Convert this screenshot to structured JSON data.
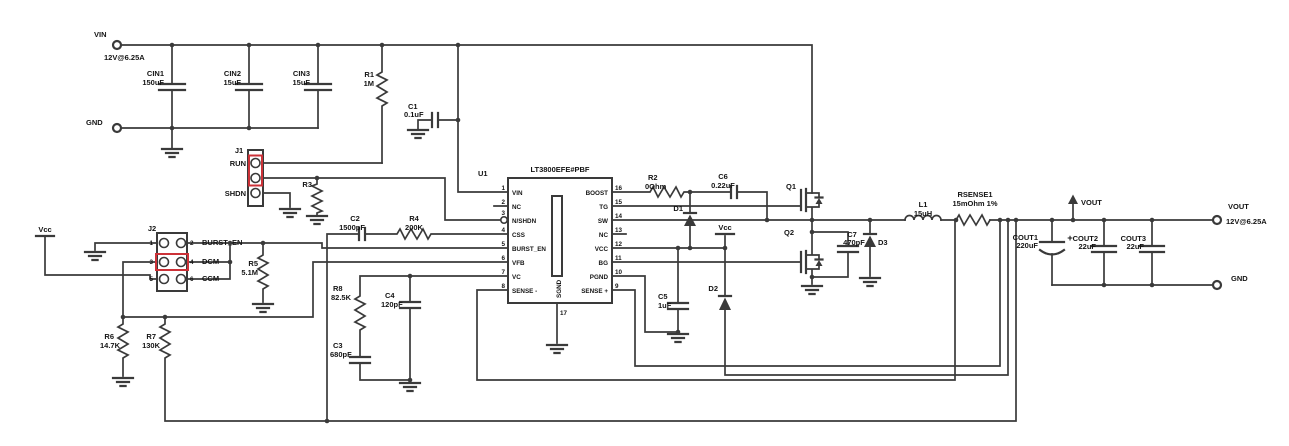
{
  "colors": {
    "wire": "#3a3a3a",
    "text": "#141414",
    "highlight": "#cc3238",
    "background": "#ffffff"
  },
  "input": {
    "vin_label": "VIN",
    "vin_value": "12V@6.25A",
    "gnd_label": "GND"
  },
  "output": {
    "vout_arrow_label": "VOUT",
    "vout_label": "VOUT",
    "vout_value": "12V@6.25A",
    "gnd_label": "GND"
  },
  "power": {
    "vcc_left": "Vcc",
    "vcc_mid": "Vcc"
  },
  "ic": {
    "ref": "U1",
    "part": "LT3800EFE#PBF",
    "left_pins": [
      {
        "num": "1",
        "name": "VIN"
      },
      {
        "num": "2",
        "name": "NC"
      },
      {
        "num": "3",
        "name": "N/SHDN"
      },
      {
        "num": "4",
        "name": "CSS"
      },
      {
        "num": "5",
        "name": "BURST_EN"
      },
      {
        "num": "6",
        "name": "VFB"
      },
      {
        "num": "7",
        "name": "VC"
      },
      {
        "num": "8",
        "name": "SENSE -"
      }
    ],
    "right_pins": [
      {
        "num": "16",
        "name": "BOOST"
      },
      {
        "num": "15",
        "name": "TG"
      },
      {
        "num": "14",
        "name": "SW"
      },
      {
        "num": "13",
        "name": "NC"
      },
      {
        "num": "12",
        "name": "VCC"
      },
      {
        "num": "11",
        "name": "BG"
      },
      {
        "num": "10",
        "name": "PGND"
      },
      {
        "num": "9",
        "name": "SENSE +"
      }
    ],
    "bottom_pin": {
      "num": "17",
      "name": "SGND"
    }
  },
  "jumpers": {
    "j1": {
      "ref": "J1",
      "rows": [
        {
          "label": "RUN"
        },
        {
          "label": "SHDN"
        }
      ]
    },
    "j2": {
      "ref": "J2",
      "left_nums": [
        "1",
        "3",
        "5"
      ],
      "right_nums": [
        "2",
        "4",
        "6"
      ],
      "labels": [
        "BURST_EN",
        "DCM",
        "CCM"
      ]
    }
  },
  "components": {
    "cin1": {
      "ref": "CIN1",
      "value": "150uF"
    },
    "cin2": {
      "ref": "CIN2",
      "value": "15uF"
    },
    "cin3": {
      "ref": "CIN3",
      "value": "15uF"
    },
    "r1": {
      "ref": "R1",
      "value": "1M"
    },
    "c1": {
      "ref": "C1",
      "value": "0.1uF"
    },
    "r3": {
      "ref": "R3"
    },
    "c2": {
      "ref": "C2",
      "value": "1500pF"
    },
    "r4": {
      "ref": "R4",
      "value": "200K"
    },
    "r5": {
      "ref": "R5",
      "value": "5.1M"
    },
    "r6": {
      "ref": "R6",
      "value": "14.7K"
    },
    "r7": {
      "ref": "R7",
      "value": "130K"
    },
    "r8": {
      "ref": "R8",
      "value": "82.5K"
    },
    "c3": {
      "ref": "C3",
      "value": "680pF"
    },
    "c4": {
      "ref": "C4",
      "value": "120pF"
    },
    "c5": {
      "ref": "C5",
      "value": "1uF"
    },
    "r2": {
      "ref": "R2",
      "value": "0Ohm"
    },
    "c6": {
      "ref": "C6",
      "value": "0.22uF"
    },
    "c7": {
      "ref": "C7",
      "value": "470pF"
    },
    "d1": {
      "ref": "D1"
    },
    "d2": {
      "ref": "D2"
    },
    "d3": {
      "ref": "D3"
    },
    "q1": {
      "ref": "Q1"
    },
    "q2": {
      "ref": "Q2"
    },
    "l1": {
      "ref": "L1",
      "value": "15uH"
    },
    "rsense1": {
      "ref": "RSENSE1",
      "value": "15mOhm 1%"
    },
    "cout1": {
      "ref": "COUT1",
      "value": "220uF",
      "polarity": "+"
    },
    "cout2": {
      "ref": "COUT2",
      "value": "22uF"
    },
    "cout3": {
      "ref": "COUT3",
      "value": "22uF"
    }
  }
}
